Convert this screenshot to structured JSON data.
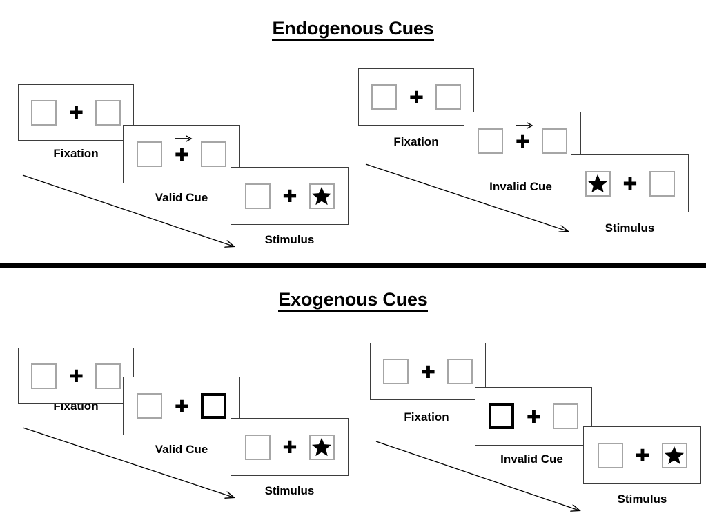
{
  "figure": {
    "sections": [
      {
        "id": "endogenous",
        "title": "Endogenous Cues",
        "columns": [
          {
            "id": "endogenous-valid",
            "frames": [
              {
                "caption": "Fixation",
                "left_content": "empty",
                "right_content": "empty",
                "cue": "none",
                "highlight": "none"
              },
              {
                "caption": "Valid Cue",
                "left_content": "empty",
                "right_content": "empty",
                "cue": "arrow-right",
                "highlight": "none"
              },
              {
                "caption": "Stimulus",
                "left_content": "empty",
                "right_content": "star",
                "cue": "none",
                "highlight": "none"
              }
            ]
          },
          {
            "id": "endogenous-invalid",
            "frames": [
              {
                "caption": "Fixation",
                "left_content": "empty",
                "right_content": "empty",
                "cue": "none",
                "highlight": "none"
              },
              {
                "caption": "Invalid Cue",
                "left_content": "empty",
                "right_content": "empty",
                "cue": "arrow-right",
                "highlight": "none"
              },
              {
                "caption": "Stimulus",
                "left_content": "star",
                "right_content": "empty",
                "cue": "none",
                "highlight": "none"
              }
            ]
          }
        ]
      },
      {
        "id": "exogenous",
        "title": "Exogenous Cues",
        "columns": [
          {
            "id": "exogenous-valid",
            "frames": [
              {
                "caption": "Fixation",
                "left_content": "empty",
                "right_content": "empty",
                "cue": "none",
                "highlight": "none"
              },
              {
                "caption": "Valid Cue",
                "left_content": "empty",
                "right_content": "empty",
                "cue": "none",
                "highlight": "right"
              },
              {
                "caption": "Stimulus",
                "left_content": "empty",
                "right_content": "star",
                "cue": "none",
                "highlight": "none"
              }
            ]
          },
          {
            "id": "exogenous-invalid",
            "frames": [
              {
                "caption": "Fixation",
                "left_content": "empty",
                "right_content": "empty",
                "cue": "none",
                "highlight": "none"
              },
              {
                "caption": "Invalid Cue",
                "left_content": "empty",
                "right_content": "empty",
                "cue": "none",
                "highlight": "left"
              },
              {
                "caption": "Stimulus",
                "left_content": "empty",
                "right_content": "star",
                "cue": "none",
                "highlight": "none"
              }
            ]
          }
        ]
      }
    ],
    "colors": {
      "background": "#ffffff",
      "panel_border": "#3d3d3d",
      "box_border": "#a6a6a6",
      "highlight_border": "#000000",
      "ink": "#000000",
      "divider": "#000000"
    },
    "labels": {
      "endogenous_title": "Endogenous Cues",
      "exogenous_title": "Exogenous Cues",
      "fixation": "Fixation",
      "valid_cue": "Valid Cue",
      "invalid_cue": "Invalid Cue",
      "stimulus": "Stimulus",
      "fixation_cross_glyph": "✚",
      "star_glyph": "★",
      "cue_arrow_glyph": "→"
    }
  }
}
